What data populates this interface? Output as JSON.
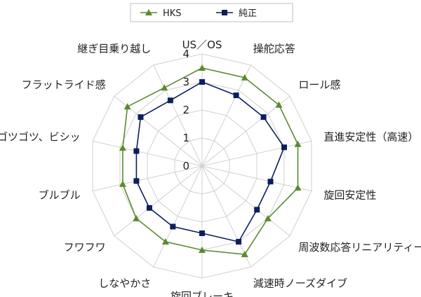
{
  "chart_data": {
    "type": "radar",
    "categories": [
      "US／OS",
      "操舵応答",
      "ロール感",
      "直進安定性（高速）",
      "旋回安定性",
      "周波数応答リニアリティー",
      "減速時ノーズダイブ",
      "旋回ブレーキ",
      "しなやかさ",
      "フワフワ",
      "ブルブル",
      "ゴツゴツ、ビシッ",
      "フラットライド感",
      "継ぎ目乗り越し"
    ],
    "rlim": [
      0,
      4
    ],
    "ticks": [
      "0",
      "1",
      "2",
      "3",
      "4"
    ],
    "series": [
      {
        "name": "HKS",
        "color": "#5a8a2e",
        "marker": "triangle",
        "values": [
          3.5,
          3.5,
          3.5,
          3.5,
          3.5,
          3.0,
          3.5,
          3.0,
          3.0,
          3.0,
          2.9,
          2.9,
          3.4,
          3.1
        ]
      },
      {
        "name": "純正",
        "color": "#0b1f5c",
        "marker": "square",
        "values": [
          3.0,
          2.8,
          2.8,
          3.0,
          2.5,
          2.5,
          3.0,
          2.4,
          2.4,
          2.4,
          2.4,
          2.4,
          2.8,
          2.6
        ]
      }
    ],
    "legend": "top",
    "grid": true
  }
}
